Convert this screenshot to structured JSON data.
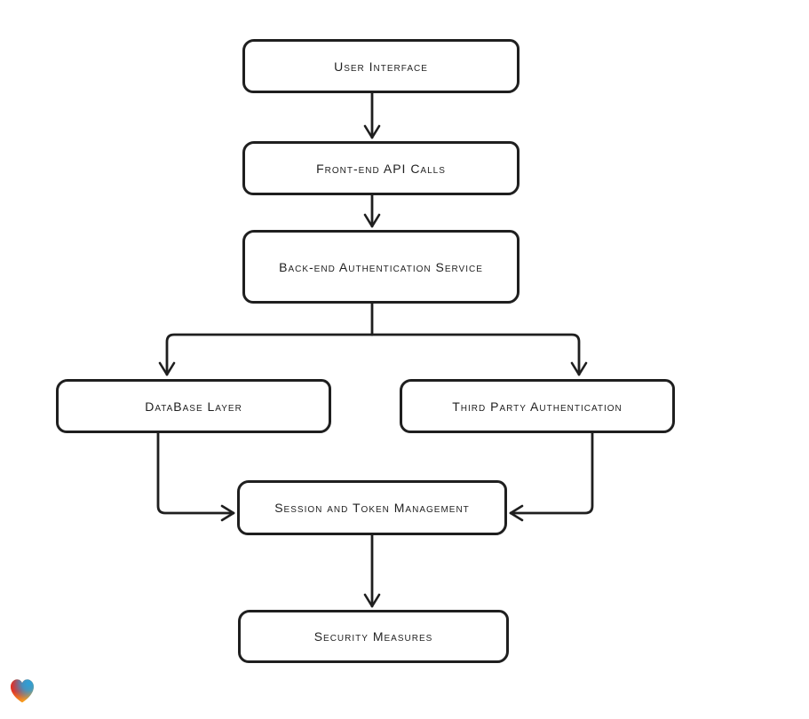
{
  "diagram": {
    "nodes": [
      {
        "id": "user-interface",
        "label": "User Interface"
      },
      {
        "id": "front-end-api-calls",
        "label": "Front-end API Calls"
      },
      {
        "id": "back-end-authentication-service",
        "label": "Back-end Authentication Service"
      },
      {
        "id": "database-layer",
        "label": "DataBase Layer"
      },
      {
        "id": "third-party-authentication",
        "label": "Third Party Authentication"
      },
      {
        "id": "session-and-token-management",
        "label": "Session and Token Management"
      },
      {
        "id": "security-measures",
        "label": "Security Measures"
      }
    ],
    "edges": [
      {
        "from": "user-interface",
        "to": "front-end-api-calls"
      },
      {
        "from": "front-end-api-calls",
        "to": "back-end-authentication-service"
      },
      {
        "from": "back-end-authentication-service",
        "to": "database-layer"
      },
      {
        "from": "back-end-authentication-service",
        "to": "third-party-authentication"
      },
      {
        "from": "database-layer",
        "to": "session-and-token-management"
      },
      {
        "from": "third-party-authentication",
        "to": "session-and-token-management"
      },
      {
        "from": "session-and-token-management",
        "to": "security-measures"
      }
    ],
    "colors": {
      "line": "#1f1f1f",
      "node_border": "#1f1f1f",
      "node_fill": "#ffffff",
      "text": "#1f1f1f",
      "background": "#ffffff"
    }
  },
  "watermark": {
    "icon": "heart-icon",
    "colors": {
      "red": "#e02828",
      "orange": "#f69e1f",
      "teal": "#2b9fd8"
    }
  }
}
